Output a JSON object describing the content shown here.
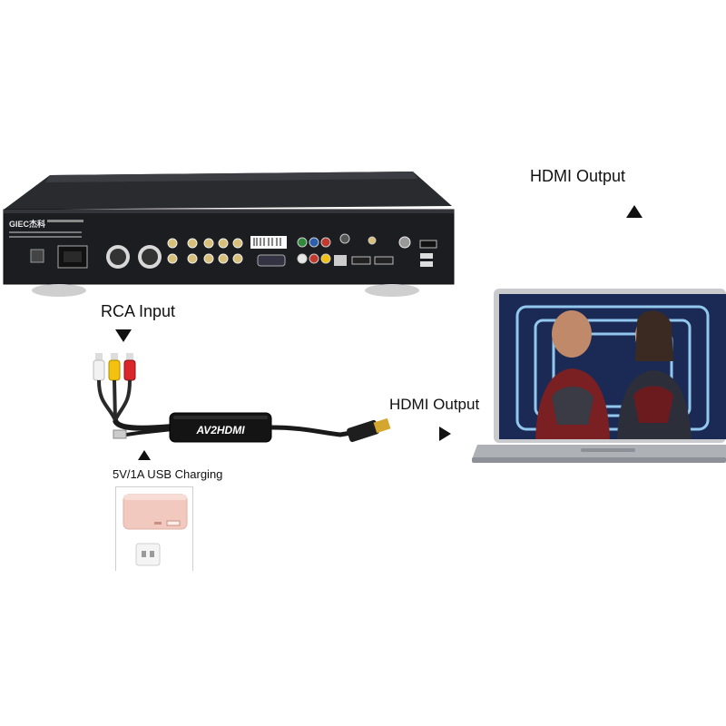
{
  "labels": {
    "hdmi_output_top": "HDMI Output",
    "rca_input": "RCA Input",
    "hdmi_output_side": "HDMI Output",
    "usb_charging": "5V/1A USB Charging"
  },
  "device": {
    "brand": "GIEC",
    "logo_text": "GIEC杰科"
  },
  "adapter": {
    "label": "AV2HDMI"
  },
  "colors": {
    "rca_white": "#f2f2f2",
    "rca_yellow": "#f2c20f",
    "rca_red": "#d8262b",
    "device_body": "#1c1d20",
    "laptop_body": "#c9cbcf",
    "powerbank": "#f2c9bf"
  }
}
